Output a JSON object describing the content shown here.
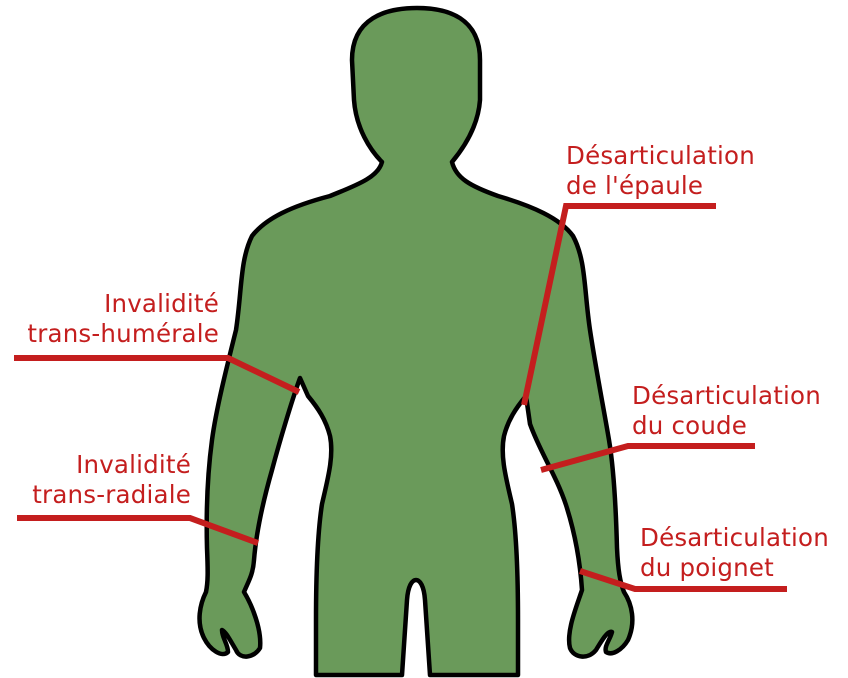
{
  "colors": {
    "body_fill": "#6a9a5a",
    "body_outline": "#000000",
    "accent": "#c41e1e",
    "background": "#ffffff"
  },
  "labels": {
    "shoulder": {
      "line1": "Désarticulation",
      "line2": "de l'épaule"
    },
    "trans_humeral": {
      "line1": "Invalidité",
      "line2": "trans-humérale"
    },
    "elbow": {
      "line1": "Désarticulation",
      "line2": "du coude"
    },
    "trans_radial": {
      "line1": "Invalidité",
      "line2": "trans-radiale"
    },
    "wrist": {
      "line1": "Désarticulation",
      "line2": "du poignet"
    }
  }
}
